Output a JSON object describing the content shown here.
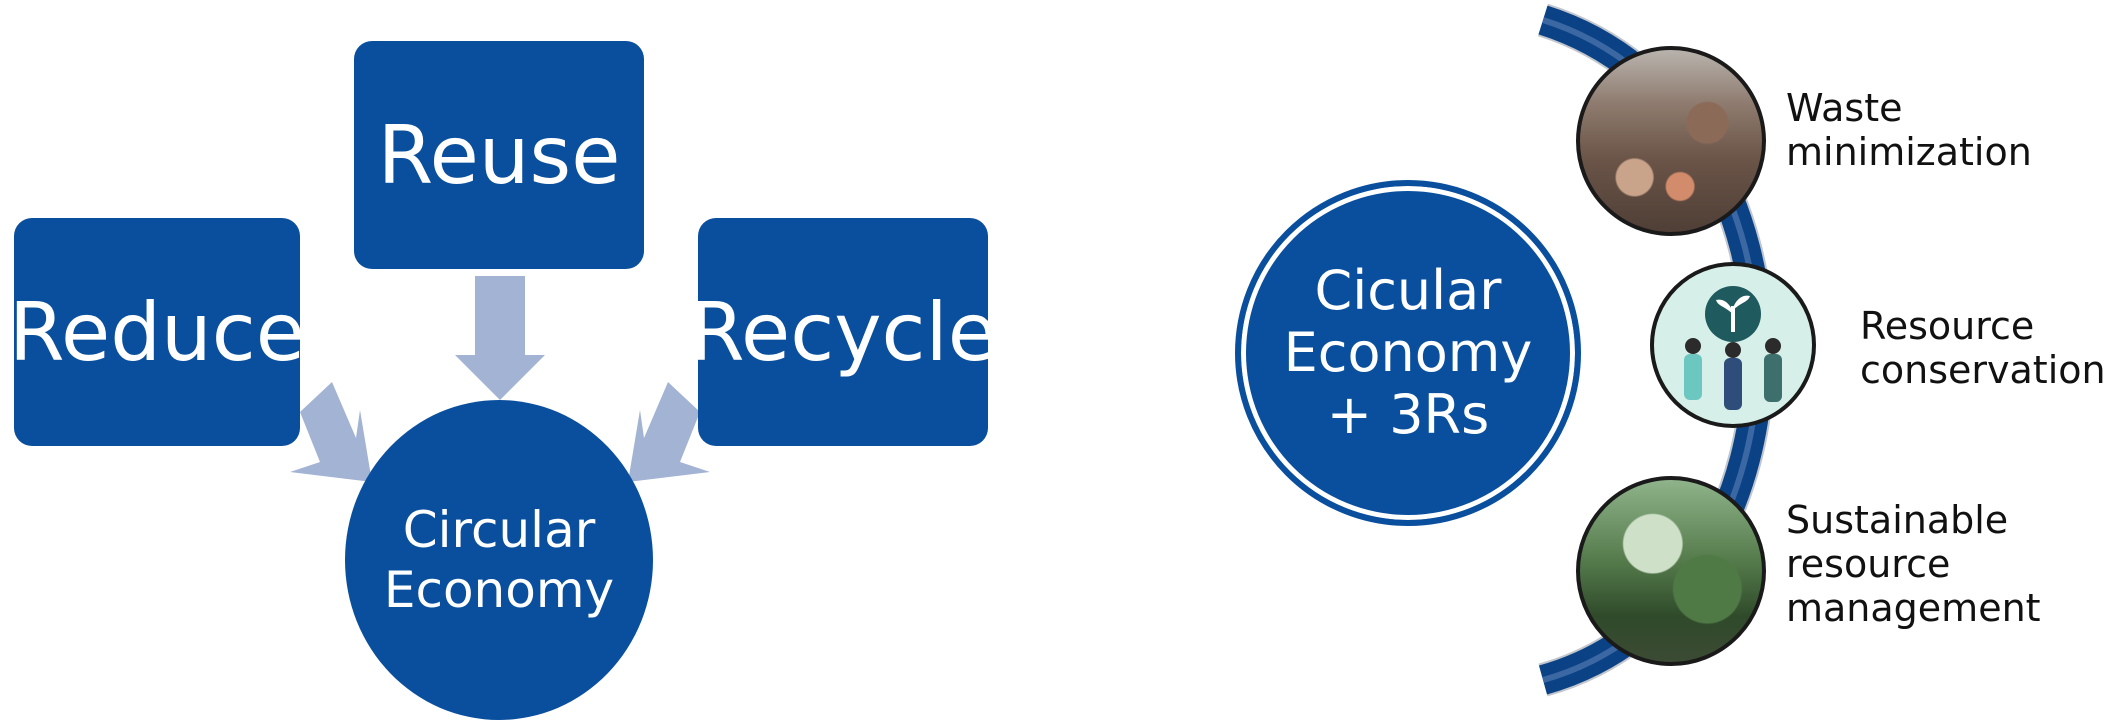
{
  "left": {
    "reduce": "Reduce",
    "reuse": "Reuse",
    "recycle": "Recycle",
    "center": [
      "Circular",
      "Economy"
    ]
  },
  "right": {
    "center": [
      "Cicular",
      "Economy",
      "+ 3Rs"
    ],
    "items": [
      {
        "lines": [
          "Waste",
          "minimization"
        ],
        "icon": "landfill-photo"
      },
      {
        "lines": [
          "Resource",
          "conservation"
        ],
        "icon": "plant-people-illustration"
      },
      {
        "lines": [
          "Sustainable",
          "resource",
          "management"
        ],
        "icon": "forest-photo"
      }
    ]
  },
  "colors": {
    "primary": "#0a4f9e",
    "arrow": "#a3b3d3"
  }
}
